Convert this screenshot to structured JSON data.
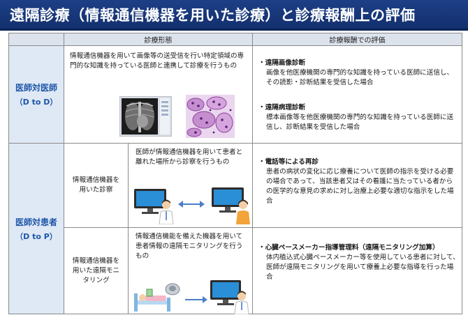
{
  "title": "遠隔診療（情報通信機器を用いた診療）と診療報酬上の評価",
  "table": {
    "header": {
      "form": "診療形態",
      "evaluation": "診療報酬での評価"
    },
    "doctor_to_doctor": {
      "label": "医師対医師",
      "label_sub": "（D to D）",
      "description": "情報通信機器を用いて画像等の送受信を行い特定領域の専門的な知識を持っている医師と連携して診療を行うもの",
      "items": [
        {
          "title": "・遠隔画像診断",
          "body": "画像を他医療機関の専門的な知識を持っている医師に送信し、その読影・診断結果を受信した場合"
        },
        {
          "title": "・遠隔病理診断",
          "body": "標本画像等を他医療機関の専門的な知識を持っている医師に送信し、診断結果を受信した場合"
        }
      ]
    },
    "doctor_to_patient": {
      "label": "医師対患者",
      "label_sub": "（D to P）",
      "sub1": {
        "label": "情報通信機器を用いた診察",
        "description": "医師が情報通信機器を用いて患者と離れた場所から診察を行うもの",
        "title": "・電話等による再診",
        "body": "患者の病状の変化に応じ療養について医師の指示を受ける必要の場合であって、当該患者又はその看護に当たっている者からの医学的な意見の求めに対し治療上必要な適切な指示をした場合"
      },
      "sub2": {
        "label": "情報通信機器を用いた遠隔モニタリング",
        "description": "情報通信機能を備えた機器を用いて患者情報の遠隔モニタリングを行うもの",
        "title": "・心臓ペースメーカー指導管理料（遠隔モニタリング加算）",
        "body": "体内植込式心臓ペースメーカー等を使用している患者に対して、医師が遠隔モニタリングを用いて療養上必要な指導を行った場合"
      }
    }
  },
  "icons": {
    "xray": "chest-xray-image",
    "pathology": "pathology-slide-image",
    "monitor": "monitor-icon",
    "doctor": "doctor-icon",
    "patient": "patient-icon",
    "arrow": "double-arrow-icon",
    "device": "monitoring-device-icon"
  },
  "colors": {
    "title_bg": "#1d3f86",
    "label_text": "#1d56a8",
    "header_bg": "#dde3ec",
    "label_bg": "#dfe9f5",
    "arrow": "#4a7fc8"
  }
}
